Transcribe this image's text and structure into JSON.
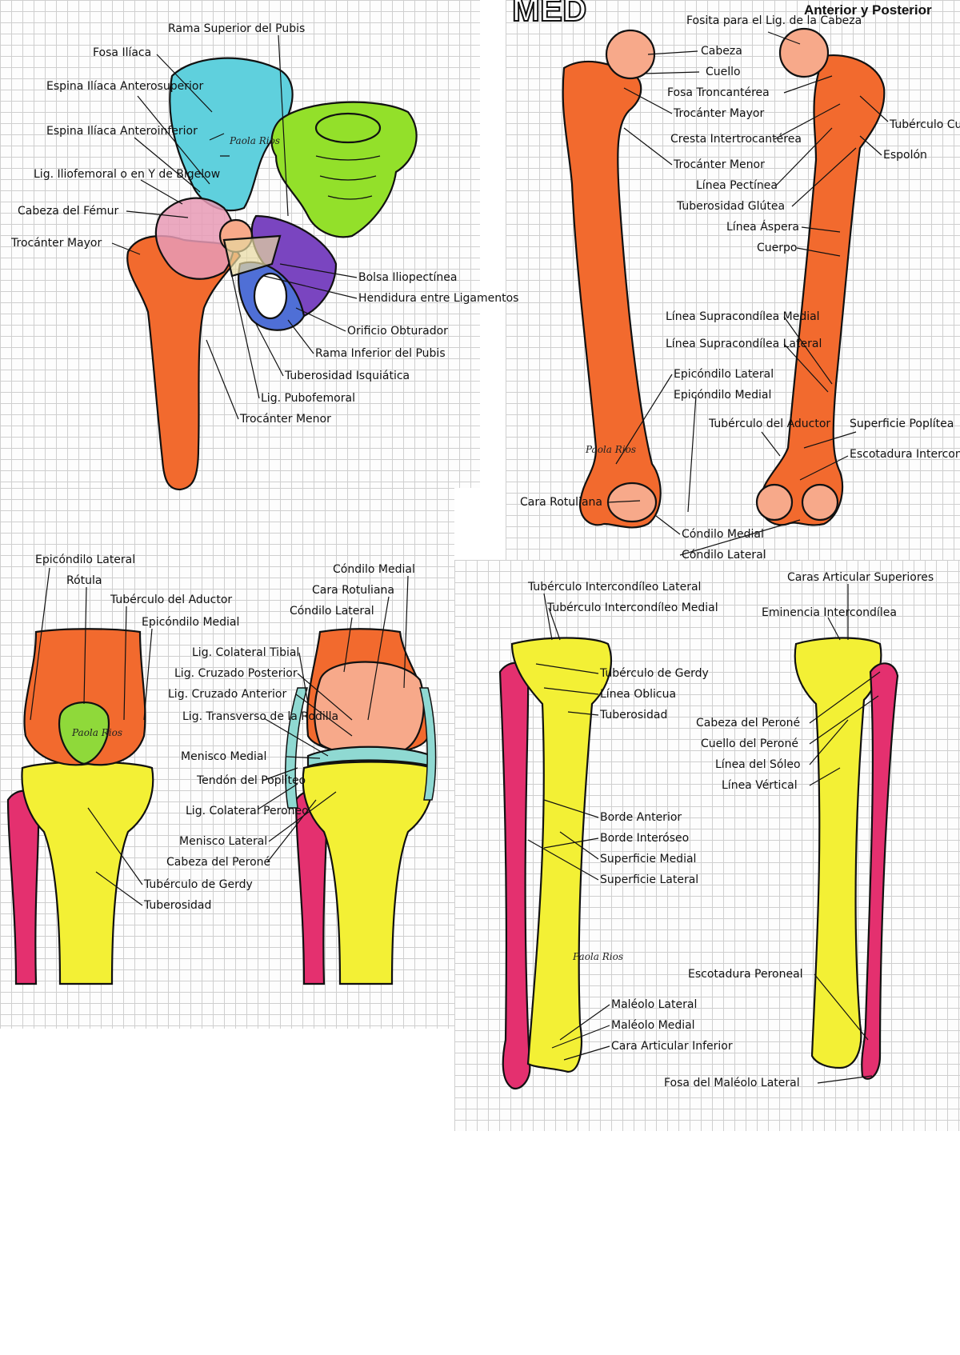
{
  "header": {
    "logo_text": "MED",
    "subtitle": "Anterior y Posterior"
  },
  "signature": "Paola Rios",
  "colors": {
    "femur": "#f26a2e",
    "femur_head": "#f7a98a",
    "iliac": "#5fd0dd",
    "sacrum": "#93e02a",
    "pubis": "#7a45c0",
    "ischium": "#4f6fd6",
    "ligament": "#e79ab5",
    "tibia": "#f3f035",
    "fibula": "#e4306f",
    "patella": "#8fd93a",
    "meniscus": "#8fd9d2",
    "grid": "#cfcfcf"
  },
  "hip": {
    "labels": [
      "Rama Superior del Pubis",
      "Fosa Ilíaca",
      "Espina Ilíaca Anterosuperior",
      "Espina Ilíaca Anteroinferior",
      "Lig. Iliofemoral o en Y de Bigelow",
      "Cabeza del Fémur",
      "Trocánter Mayor",
      "Bolsa Iliopectínea",
      "Hendidura entre Ligamentos",
      "Orificio Obturador",
      "Rama Inferior del Pubis",
      "Tuberosidad Isquiática",
      "Lig. Pubofemoral",
      "Trocánter Menor"
    ]
  },
  "femur": {
    "labels": [
      "Fosita para el Lig. de la Cabeza",
      "Cabeza",
      "Cuello",
      "Fosa Troncantérea",
      "Trocánter Mayor",
      "Cresta Intertrocantérea",
      "Trocánter Menor",
      "Línea Pectínea",
      "Tuberosidad Glútea",
      "Línea Áspera",
      "Cuerpo",
      "Tubérculo Cuadrado",
      "Espolón",
      "Línea Supracondílea Medial",
      "Línea Supracondílea Lateral",
      "Epicóndilo Lateral",
      "Epicóndilo Medial",
      "Tubérculo del Aductor",
      "Superficie Poplítea",
      "Escotadura Intercondílea",
      "Cara Rotuliana",
      "Cóndilo Medial",
      "Cóndilo Lateral"
    ]
  },
  "knee": {
    "labels": [
      "Epicóndilo Lateral",
      "Rótula",
      "Tubérculo del Aductor",
      "Epicóndilo Medial",
      "Cóndilo Medial",
      "Cara Rotuliana",
      "Cóndilo Lateral",
      "Lig. Colateral Tibial",
      "Lig. Cruzado Posterior",
      "Lig. Cruzado Anterior",
      "Lig. Transverso de la Rodilla",
      "Menisco Medial",
      "Tendón del Poplíteo",
      "Lig. Colateral Peroneo",
      "Menisco Lateral",
      "Cabeza del Peroné",
      "Tubérculo de Gerdy",
      "Tuberosidad"
    ]
  },
  "tibia": {
    "labels": [
      "Tubérculo Intercondíleo Lateral",
      "Tubérculo Intercondíleo Medial",
      "Caras Articular Superiores",
      "Eminencia Intercondílea",
      "Tubérculo de Gerdy",
      "Línea Oblicua",
      "Tuberosidad",
      "Cabeza del Peroné",
      "Cuello del Peroné",
      "Línea del Sóleo",
      "Línea Vértical",
      "Borde Anterior",
      "Borde Interóseo",
      "Superficie Medial",
      "Superficie Lateral",
      "Escotadura Peroneal",
      "Maléolo Lateral",
      "Maléolo Medial",
      "Cara Articular Inferior",
      "Fosa del Maléolo Lateral"
    ]
  }
}
